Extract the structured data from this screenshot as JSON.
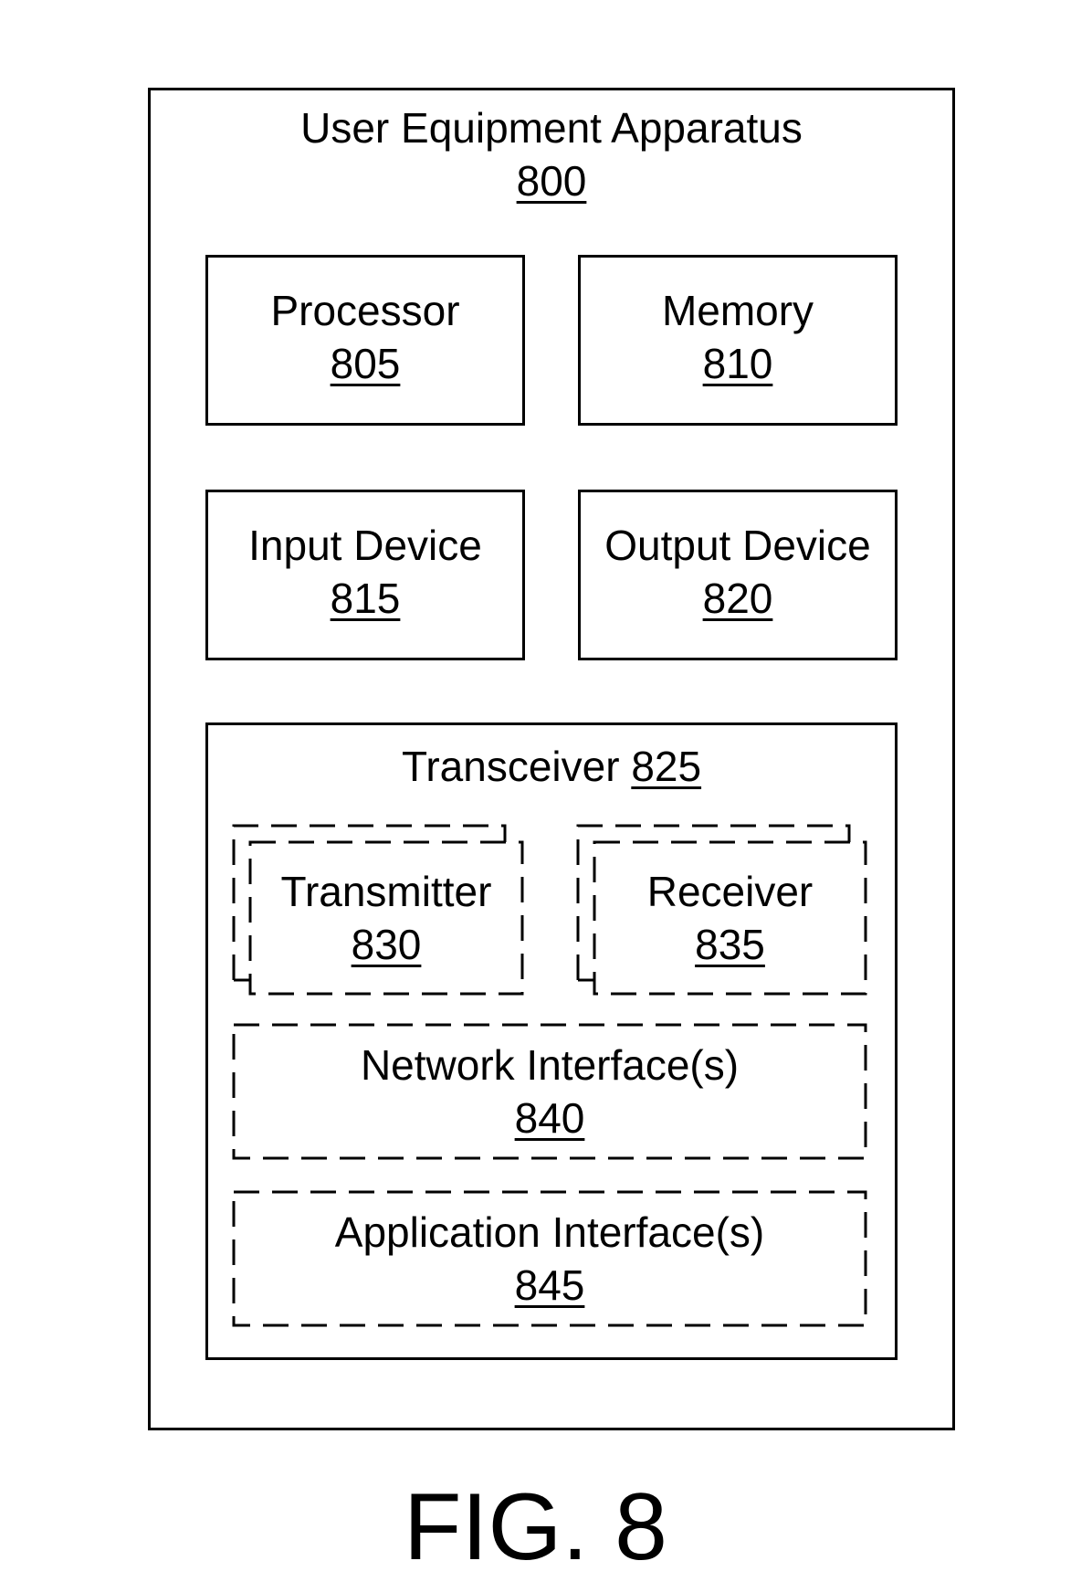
{
  "diagram": {
    "apparatus": {
      "label": "User Equipment Apparatus",
      "ref": "800"
    },
    "processor": {
      "label": "Processor",
      "ref": "805"
    },
    "memory": {
      "label": "Memory",
      "ref": "810"
    },
    "input_device": {
      "label": "Input Device",
      "ref": "815"
    },
    "output_device": {
      "label": "Output Device",
      "ref": "820"
    },
    "transceiver": {
      "label": "Transceiver",
      "ref": "825"
    },
    "transmitter": {
      "label": "Transmitter",
      "ref": "830"
    },
    "receiver": {
      "label": "Receiver",
      "ref": "835"
    },
    "network_interface": {
      "label": "Network Interface(s)",
      "ref": "840"
    },
    "application_interface": {
      "label": "Application Interface(s)",
      "ref": "845"
    }
  },
  "figure_caption": "FIG. 8"
}
